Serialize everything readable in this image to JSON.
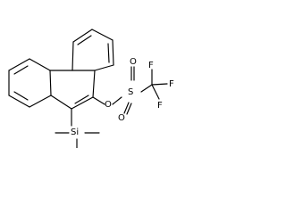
{
  "structure": {
    "atoms": {
      "oxygen_ester": "O",
      "sulfur": "S",
      "oxygen_top": "O",
      "oxygen_bottom": "O",
      "fluorine_a": "F",
      "fluorine_b": "F",
      "fluorine_c": "F",
      "silicon": "Si"
    }
  }
}
